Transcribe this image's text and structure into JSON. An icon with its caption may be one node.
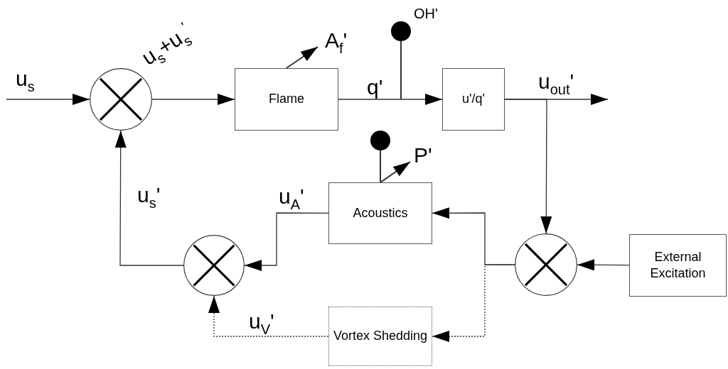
{
  "diagram": {
    "nodes": [
      {
        "text": [],
        "shape": "circle"
      },
      {
        "text": [
          "Flame"
        ]
      },
      {
        "text": [
          "u'/q'"
        ]
      },
      {
        "text": [],
        "shape": "circle"
      },
      {
        "text": [
          "External Excitation"
        ]
      },
      {
        "text": [
          "Acoustics"
        ]
      },
      {
        "text": [],
        "shape": "circle"
      },
      {
        "text": [
          "Vortex Shedding"
        ]
      },
      {
        "text": [],
        "shape": "circle",
        "beside": [
          "OH'"
        ]
      },
      {
        "text": [],
        "shape": "circle"
      }
    ],
    "edges": [
      {
        "from": null,
        "to": 0,
        "arrow": "to",
        "label": "u$_{s}$"
      },
      {
        "from": 0,
        "to": 1,
        "arrow": "to",
        "label": "u$_{s}$+u$_{s}$$^{'}$"
      },
      {
        "from": 1,
        "to": 2,
        "arrow": "to",
        "label": "q'"
      },
      {
        "from": 2,
        "to": null,
        "arrow": "to",
        "label": "u$_{out}$'"
      },
      {
        "from": 2,
        "to": 3,
        "arrow": "to"
      },
      {
        "from": 4,
        "to": 3,
        "arrow": "to"
      },
      {
        "from": 3,
        "to": 5,
        "arrow": "to"
      },
      {
        "from": 3,
        "to": 7,
        "arrow": "to",
        "style": "dashed"
      },
      {
        "from": 5,
        "to": 6,
        "arrow": "to",
        "label": "u$_{A}$'"
      },
      {
        "from": 7,
        "to": 6,
        "arrow": "to",
        "style": "dashed",
        "label": "u$_{V}$'"
      },
      {
        "from": 6,
        "to": 0,
        "arrow": "to",
        "label": "u$_{s}$'"
      },
      {
        "from": 1,
        "to": null,
        "arrow": "to",
        "label": "A$_{f}$'"
      },
      {
        "from": 8,
        "to": null,
        "arrow": "none"
      },
      {
        "from": 9,
        "to": 5,
        "arrow": "none"
      },
      {
        "from": 5,
        "to": null,
        "arrow": "to",
        "label": "P'"
      }
    ]
  }
}
